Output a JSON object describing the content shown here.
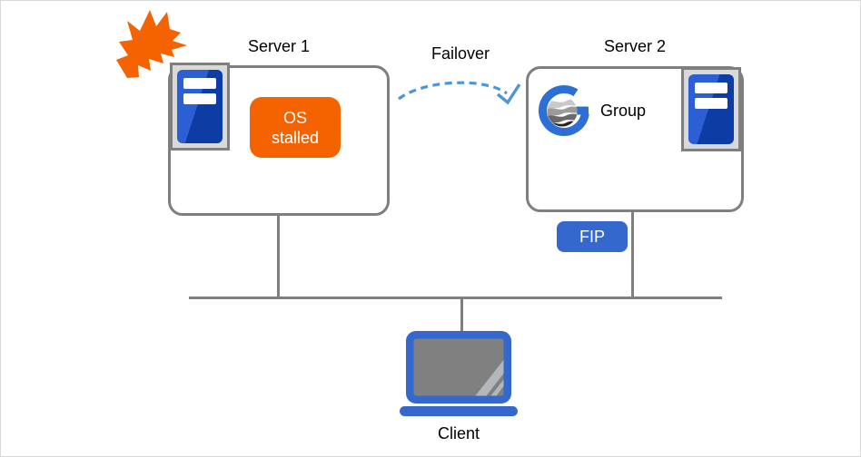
{
  "colors": {
    "orange": "#F56301",
    "blue": "#3568CD",
    "logo_blue": "#2C6FD6",
    "arrow_blue": "#4C96D7",
    "line_gray": "#7F7F7F"
  },
  "nodes": {
    "server1": {
      "title": "Server 1",
      "badge": {
        "line1": "OS",
        "line2": "stalled"
      }
    },
    "failover": {
      "label": "Failover"
    },
    "server2": {
      "title": "Server 2",
      "group_label": "Group",
      "fip_label": "FIP"
    },
    "client": {
      "label": "Client"
    }
  },
  "icons": {
    "crash": "crash-burst-icon",
    "server_tower": "server-tower-icon",
    "group_logo": "cluster-group-logo",
    "laptop": "laptop-icon"
  }
}
